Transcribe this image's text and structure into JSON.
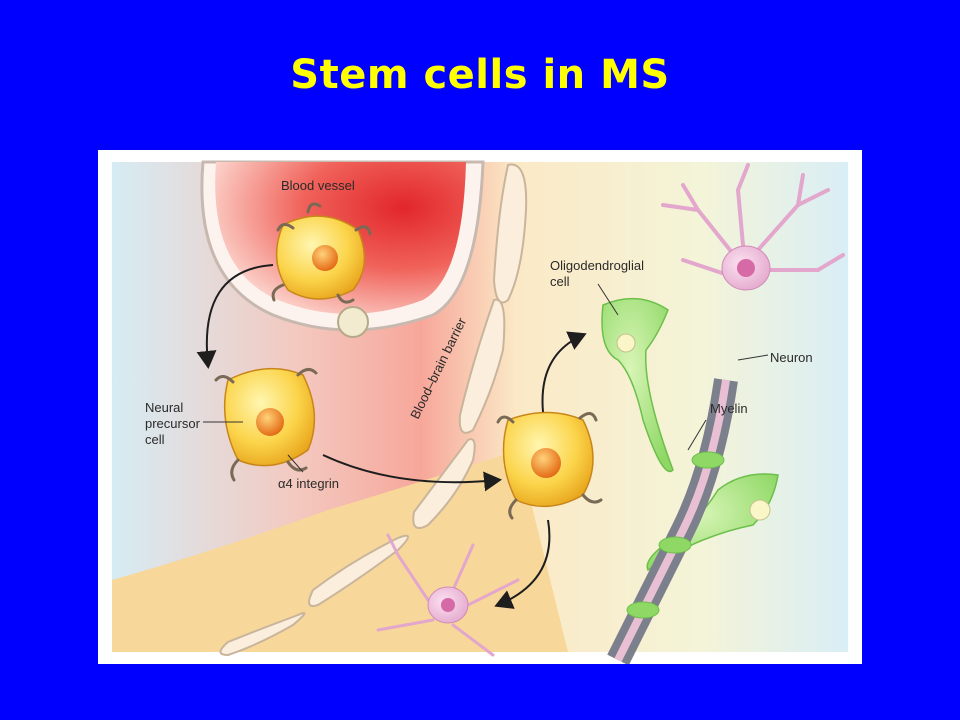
{
  "slide": {
    "title": "Stem cells in MS"
  },
  "figure": {
    "labels": {
      "blood_vessel": "Blood vessel",
      "blood_brain_barrier": "Blood–brain barrier",
      "neural_precursor_line1": "Neural",
      "neural_precursor_line2": "precursor",
      "neural_precursor_line3": "cell",
      "a4_integrin": "α4 integrin",
      "oligodendroglial_line1": "Oligodendroglial",
      "oligodendroglial_line2": "cell",
      "neuron": "Neuron",
      "myelin": "Myelin"
    }
  }
}
